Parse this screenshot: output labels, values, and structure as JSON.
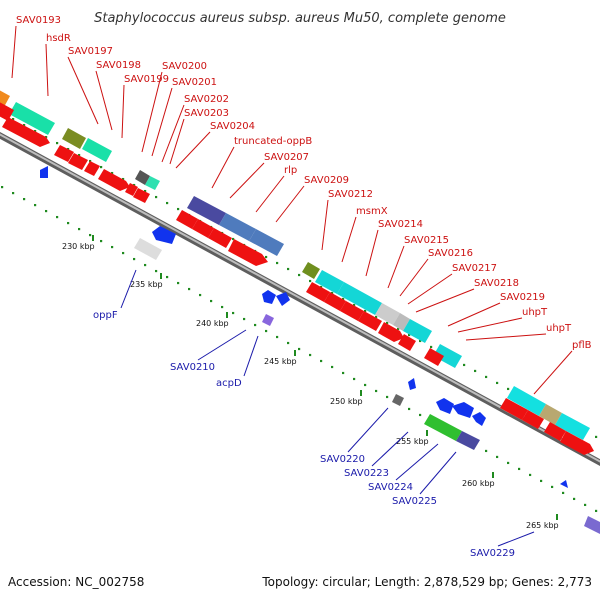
{
  "title": "Staphylococcus aureus subsp. aureus Mu50, complete genome",
  "footer": {
    "accession": "Accession: NC_002758",
    "topology": "Topology: circular; Length: 2,878,529 bp; Genes: 2,773"
  },
  "colors": {
    "backbone": "#8a8a8a",
    "tick": "#1f8a1f",
    "cds": "#ee1111",
    "reverse": "#1133ee",
    "label_red": "#cc1111",
    "label_blue": "#1a1aaa"
  },
  "kbp_markers": [
    "230 kbp",
    "235 kbp",
    "240 kbp",
    "245 kbp",
    "250 kbp",
    "255 kbp",
    "260 kbp",
    "265 kbp"
  ],
  "top_labels": [
    "SAV0193",
    "hsdR",
    "SAV0197",
    "SAV0198",
    "SAV0199",
    "SAV0200",
    "SAV0201",
    "SAV0202",
    "SAV0203",
    "SAV0204",
    "truncated-oppB",
    "SAV0207",
    "rlp",
    "SAV0209",
    "SAV0212",
    "msmX",
    "SAV0214",
    "SAV0215",
    "SAV0216",
    "SAV0217",
    "SAV0218",
    "SAV0219",
    "uhpT",
    "uhpT",
    "pflB"
  ],
  "bottom_labels": [
    "oppF",
    "SAV0210",
    "acpD",
    "SAV0220",
    "SAV0223",
    "SAV0224",
    "SAV0225",
    "SAV0229"
  ]
}
